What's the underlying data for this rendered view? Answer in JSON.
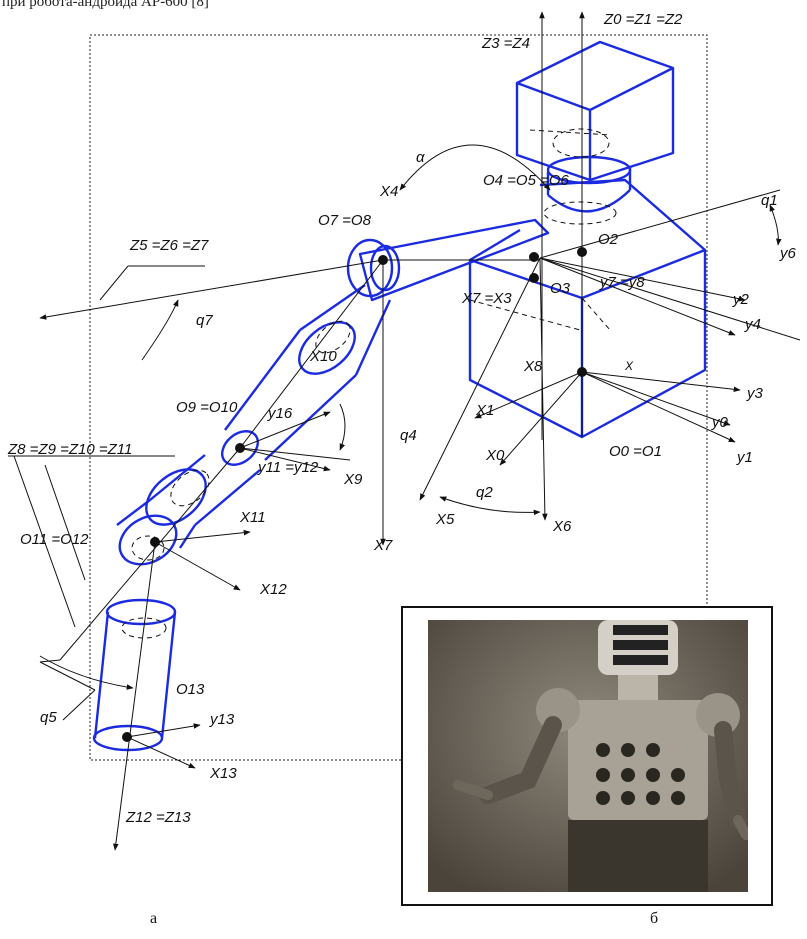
{
  "header": {
    "text": "при робота-андроида АР-600 [8]"
  },
  "captions": {
    "a": "а",
    "b": "б"
  },
  "colors": {
    "structure": "#1a2be0",
    "axes": "#111111",
    "photo_bg": "#6b6459"
  },
  "labels": {
    "z0": "Z0 =Z1 =Z2",
    "z3": "Z3 =Z4",
    "alpha": "α",
    "x4": "X4",
    "o4": "O4 =O5 =O6",
    "q1": "q1",
    "z5": "Z5 =Z6 =Z7",
    "o7": "O7 =O8",
    "o2": "O2",
    "y6": "y6",
    "o3": "O3",
    "y2": "y2",
    "y7": "y7 =y8",
    "x7x3": "X7 =X3",
    "y4": "y4",
    "q7": "q7",
    "x10": "X10",
    "x8": "X8",
    "y3": "y3",
    "o9": "O9 =O10",
    "y16": "y16",
    "q4": "q4",
    "x1": "X1",
    "y0": "y0",
    "z8": "Z8 =Z9 =Z10 =Z11",
    "y11": "y11 =y12",
    "x9": "X9",
    "x0": "X0",
    "o0": "O0 =O1",
    "y1": "y1",
    "x11": "X11",
    "q2": "q2",
    "o11": "O11 =O12",
    "x5": "X5",
    "x6": "X6",
    "x7": "X7",
    "x12": "X12",
    "o13": "O13",
    "q5": "q5",
    "y13": "y13",
    "x13": "X13",
    "z12": "Z12 =Z13"
  }
}
